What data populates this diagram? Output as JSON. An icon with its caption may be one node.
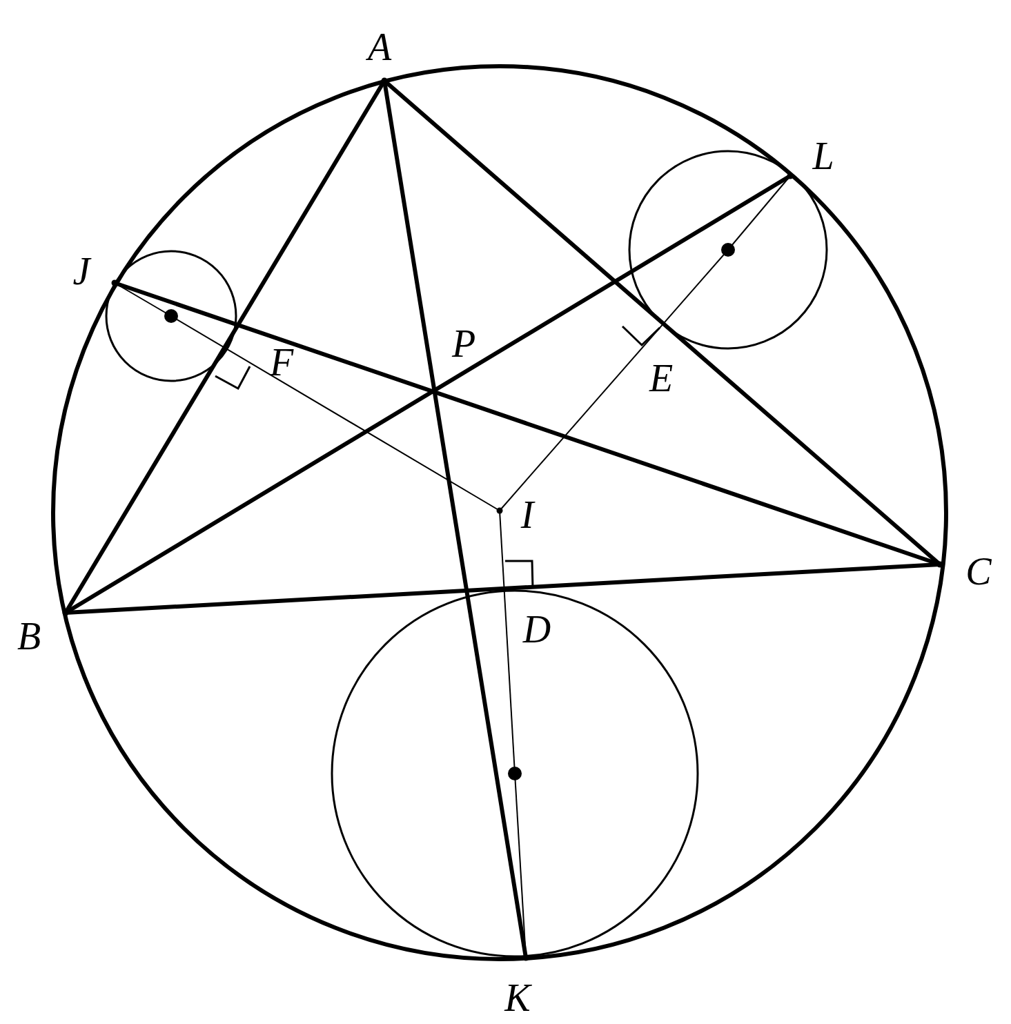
{
  "diagram": {
    "nodes": [
      {
        "text": [
          "A"
        ]
      },
      {
        "text": [
          "L"
        ]
      },
      {
        "text": [
          "J"
        ]
      },
      {
        "text": [],
        "shape": "circle"
      },
      {
        "text": [],
        "shape": "circle"
      },
      {
        "text": [
          "I"
        ]
      },
      {
        "text": [
          "C"
        ]
      },
      {
        "text": [
          "B"
        ]
      },
      {
        "text": [],
        "shape": "circle"
      },
      {
        "text": [
          "K"
        ]
      }
    ],
    "edges": [
      {
        "from": 0,
        "to": 7,
        "arrow": "none",
        "style": "thick"
      },
      {
        "from": 0,
        "to": 6,
        "arrow": "none",
        "style": "thick"
      },
      {
        "from": 0,
        "to": 9,
        "arrow": "none",
        "style": "thick"
      },
      {
        "from": 1,
        "to": 7,
        "arrow": "none",
        "style": "thick"
      },
      {
        "from": 2,
        "to": 6,
        "arrow": "none",
        "style": "thick"
      },
      {
        "from": 7,
        "to": 6,
        "arrow": "none",
        "style": "thick"
      },
      {
        "from": 2,
        "to": 3,
        "arrow": "none"
      },
      {
        "from": 3,
        "to": 5,
        "arrow": "none"
      },
      {
        "from": 1,
        "to": 4,
        "arrow": "none"
      },
      {
        "from": 4,
        "to": 5,
        "arrow": "none"
      },
      {
        "from": 5,
        "to": 8,
        "arrow": "none"
      },
      {
        "from": 8,
        "to": 9,
        "arrow": "none"
      }
    ],
    "labels": [
      "P",
      "F",
      "E",
      "D"
    ]
  }
}
